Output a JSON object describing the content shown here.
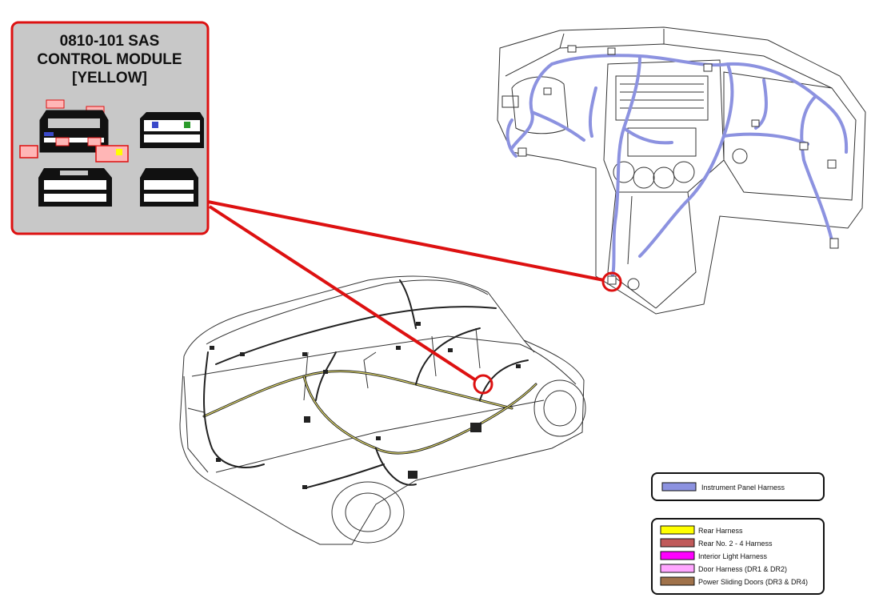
{
  "callout": {
    "title_line1": "0810-101 SAS",
    "title_line2": "CONTROL MODULE",
    "title_line3": "[YELLOW]"
  },
  "legend_top": {
    "items": [
      {
        "label": "Instrument Panel Harness",
        "color": "#8c92e0"
      }
    ]
  },
  "legend_bottom": {
    "items": [
      {
        "label": "Rear Harness",
        "color": "#ffff00"
      },
      {
        "label": "Rear No. 2 - 4 Harness",
        "color": "#c05a5a"
      },
      {
        "label": "Interior Light Harness",
        "color": "#ff00ff"
      },
      {
        "label": "Door Harness (DR1 & DR2)",
        "color": "#ffa6ff"
      },
      {
        "label": "Power Sliding Doors (DR3 & DR4)",
        "color": "#a0724a"
      }
    ]
  },
  "colors": {
    "highlight_red": "#dd1111",
    "callout_bg": "#c8c8c8",
    "harness_blue": "#8c92e0",
    "harness_yellow": "#e8e070"
  }
}
